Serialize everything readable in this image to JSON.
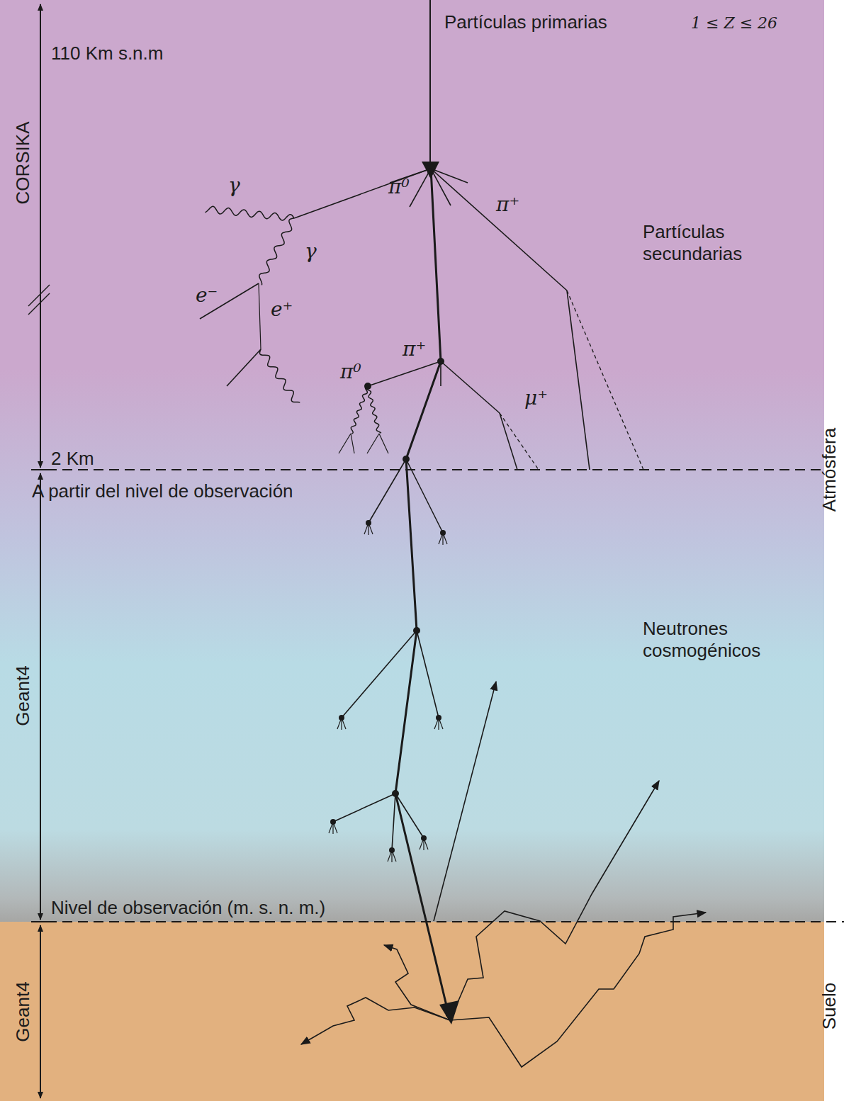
{
  "diagram": {
    "labels": [
      "110 Km s.n.m",
      "Partículas primarias",
      "1 ≤ Z ≤ 26",
      "CORSIKA",
      "π⁰",
      "π⁺",
      "γ",
      "γ",
      "e⁻",
      "e⁺",
      "Partículas secundarias",
      "π⁺",
      "π⁰",
      "μ⁺",
      "2 Km",
      "A partir del nivel de observación",
      "Atmósfera",
      "Neutrones cosmogénicos",
      "Geant4",
      "Nivel de observación (m. s. n. m.)",
      "Geant4",
      "Suelo"
    ]
  }
}
